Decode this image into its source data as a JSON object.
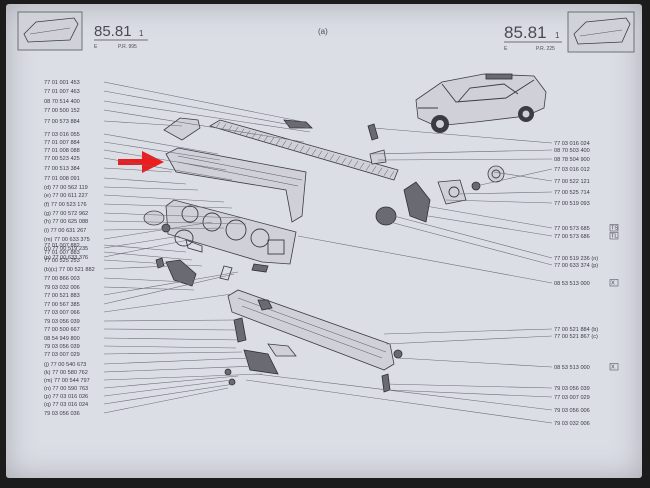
{
  "header": {
    "left_code": "85.81",
    "left_suffix": "1",
    "left_sub": "P.R. 995",
    "center": "(a)",
    "right_code": "85.81",
    "right_suffix": "1",
    "right_sub": "P.R. 225",
    "left_e": "E",
    "right_e": "E"
  },
  "left_labels": [
    "77 01 001 453",
    "77 01 007 463",
    "08 70 514 400",
    "77 00 500 152",
    "77 00 573 884",
    "77 03 016 055",
    "77 01 007 884",
    "77 01 008 088",
    "77 00 523 425",
    "77 00 513 384",
    "77 01 008 091",
    "(d) 77 00 562 119",
    "(e) 77 00 611 227",
    "(f) 77 00 523 176",
    "(g) 77 00 572 962",
    "(h) 77 00 625 088",
    "(i) 77 00 631 267",
    "(m) 77 00 633 375",
    "(n) 77 00 519 235",
    "(p) 77 00 633 376",
    "77 01 007 882",
    "77 01 007 883",
    "77 00 525 253",
    "(b)(c) 77 00 521 882",
    "77 00 866 003",
    "79 03 032 006",
    "77 00 521 883",
    "77 00 567 385",
    "77 03 007 066",
    "79 03 056 039",
    "77 00 500 667",
    "08 54 949 800",
    "79 03 056 039",
    "77 03 007 029",
    "(j) 77 00 540 673",
    "(k) 77 00 580 762",
    "(m) 77 00 544 797",
    "(n) 77 00 590 763",
    "(p) 77 03 016 026",
    "(q) 77 03 016 024",
    "79 03 056 036"
  ],
  "right_labels": [
    "77 03 016 024",
    "08 70 503 400",
    "08 78 504 900",
    "77 03 016 012",
    "77 00 522 121",
    "77 00 525 714",
    "77 00 519 093",
    "77 00 573 685",
    "77 00 573 686",
    "77 00 519 236 (n)",
    "77 00 633 374 (p)",
    "08 53 513 000",
    "77 00 521 884 (b)",
    "77 00 521 867 (c)",
    "08 53 513 000",
    "79 03 056 039",
    "77 03 007 029",
    "79 03 056 006",
    "79 03 032 006"
  ],
  "right_badges": [
    "TS",
    "TL",
    "",
    "",
    "X",
    "",
    "",
    "X"
  ],
  "colors": {
    "arrow": "#ee1c1c",
    "sheet": "#dcdee6",
    "ink": "#3a3a44"
  }
}
